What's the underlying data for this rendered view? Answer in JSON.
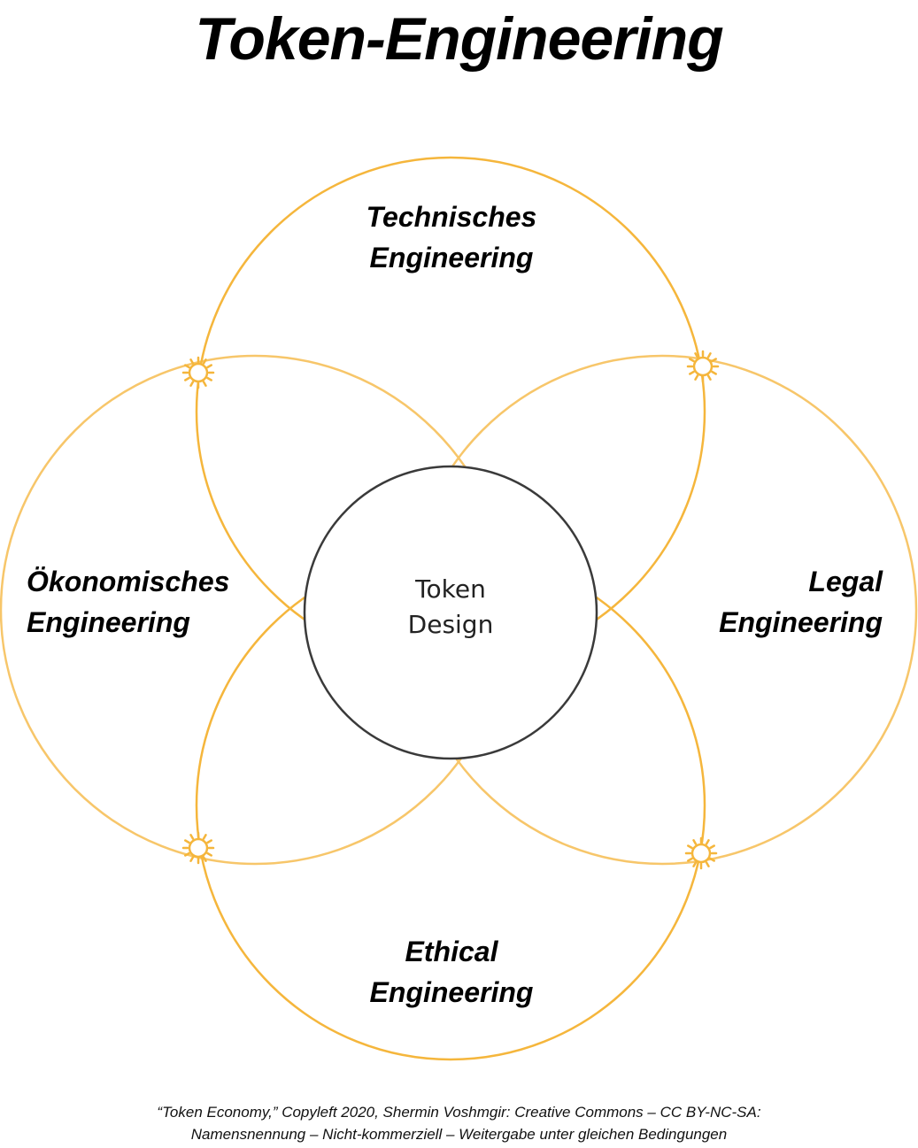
{
  "title": "Token-Engineering",
  "colors": {
    "petal_stroke": "#F5B63C",
    "petal_stroke_light": "#F7C66A",
    "center_stroke": "#3A3A3A",
    "text": "#000000"
  },
  "petals": {
    "top": {
      "line1": "Technisches",
      "line2": "Engineering"
    },
    "left": {
      "line1": "Ökonomisches",
      "line2": "Engineering"
    },
    "right": {
      "line1": "Legal",
      "line2": "Engineering"
    },
    "bottom": {
      "line1": "Ethical",
      "line2": "Engineering"
    }
  },
  "center": {
    "line1": "Token",
    "line2": "Design"
  },
  "caption": {
    "line1": "“Token Economy,” Copyleft 2020, Shermin Voshmgir: Creative Commons – CC BY-NC-SA:",
    "line2": "Namensnennung – Nicht-kommerziell – Weitergabe unter gleichen Bedingungen"
  },
  "icons": [
    "sun-icon",
    "sun-icon",
    "sun-icon",
    "sun-icon"
  ]
}
